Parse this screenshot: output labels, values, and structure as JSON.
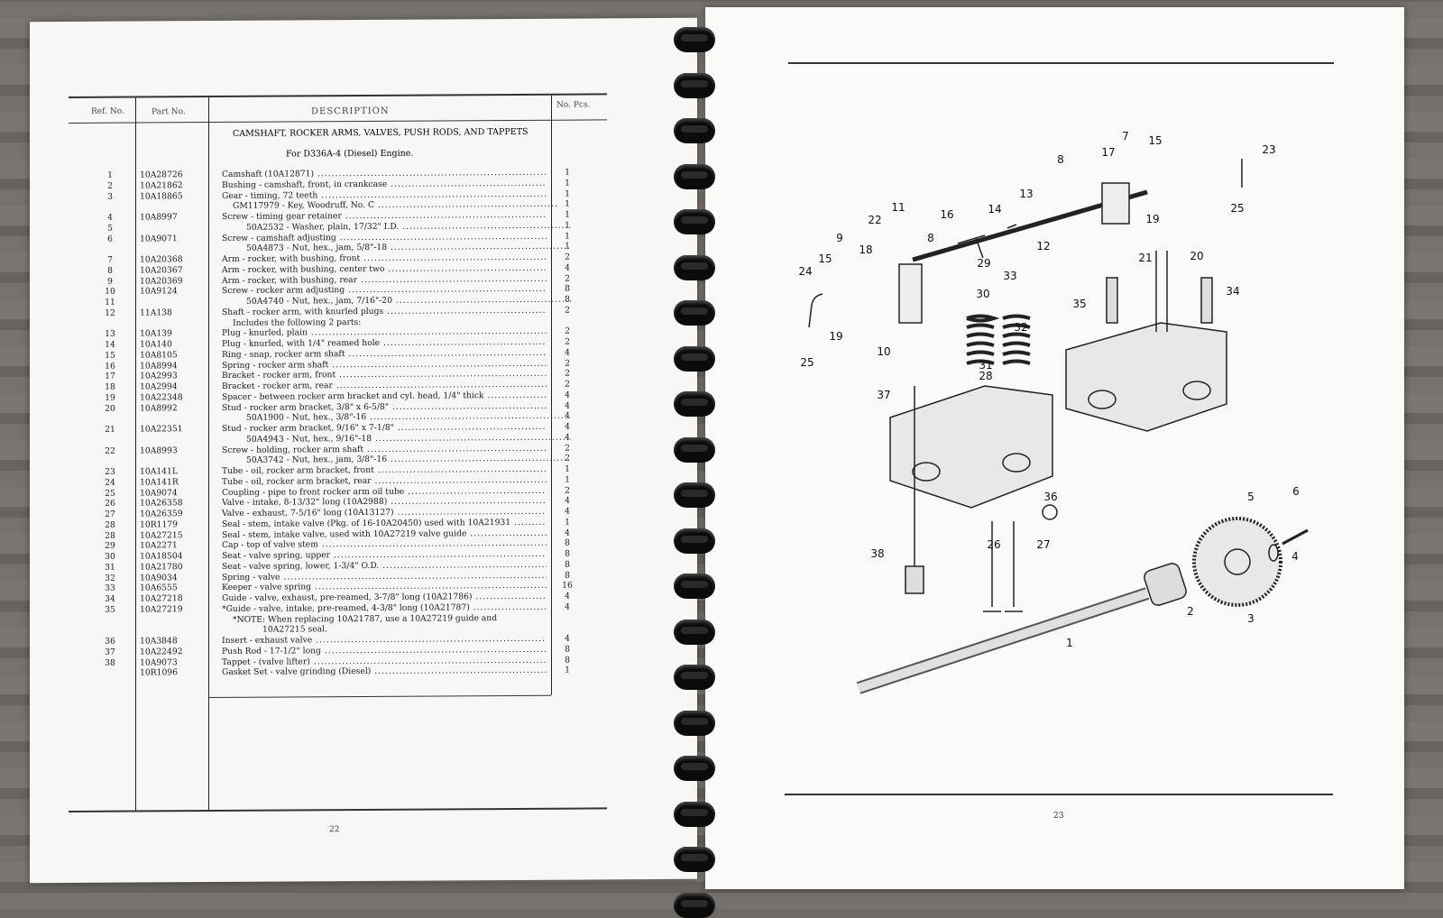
{
  "left_page": {
    "headers": {
      "ref": "Ref. No.",
      "part": "Part No.",
      "description": "DESCRIPTION",
      "qty": "No. Pcs."
    },
    "title": "CAMSHAFT, ROCKER ARMS, VALVES, PUSH RODS, AND TAPPETS",
    "subtitle": "For D336A-4 (Diesel) Engine.",
    "rows": [
      {
        "ref": "1",
        "part": "10A28726",
        "desc": "Camshaft (10A12871)",
        "qty": "1",
        "indent": 0,
        "dots": true
      },
      {
        "ref": "2",
        "part": "10A21862",
        "desc": "Bushing - camshaft, front, in crankcase",
        "qty": "1",
        "indent": 0,
        "dots": true
      },
      {
        "ref": "3",
        "part": "10A18865",
        "desc": "Gear - timing, 72 teeth",
        "qty": "1",
        "indent": 0,
        "dots": true
      },
      {
        "ref": "",
        "part": "",
        "desc": "GM117979 - Key, Woodruff, No. C",
        "qty": "1",
        "indent": 1,
        "dots": true
      },
      {
        "ref": "4",
        "part": "10A8997",
        "desc": "Screw - timing gear retainer",
        "qty": "1",
        "indent": 0,
        "dots": true
      },
      {
        "ref": "5",
        "part": "",
        "desc": "50A2532 - Washer, plain, 17/32\" I.D.",
        "qty": "1",
        "indent": 2,
        "dots": true
      },
      {
        "ref": "6",
        "part": "10A9071",
        "desc": "Screw - camshaft adjusting",
        "qty": "1",
        "indent": 0,
        "dots": true
      },
      {
        "ref": "",
        "part": "",
        "desc": "50A4873 - Nut, hex., jam, 5/8\"-18",
        "qty": "1",
        "indent": 2,
        "dots": true
      },
      {
        "ref": "7",
        "part": "10A20368",
        "desc": "Arm - rocker, with bushing, front",
        "qty": "2",
        "indent": 0,
        "dots": true
      },
      {
        "ref": "8",
        "part": "10A20367",
        "desc": "Arm - rocker, with bushing, center two",
        "qty": "4",
        "indent": 0,
        "dots": true
      },
      {
        "ref": "9",
        "part": "10A20369",
        "desc": "Arm - rocker, with bushing, rear",
        "qty": "2",
        "indent": 0,
        "dots": true
      },
      {
        "ref": "10",
        "part": "10A9124",
        "desc": "Screw - rocker arm adjusting",
        "qty": "8",
        "indent": 0,
        "dots": true
      },
      {
        "ref": "11",
        "part": "",
        "desc": "50A4740 - Nut, hex., jam, 7/16\"-20",
        "qty": "8",
        "indent": 2,
        "dots": true
      },
      {
        "ref": "12",
        "part": "11A138",
        "desc": "Shaft - rocker arm, with knurled plugs",
        "qty": "2",
        "indent": 0,
        "dots": true
      },
      {
        "ref": "",
        "part": "",
        "desc": "Includes the following 2 parts:",
        "qty": "",
        "indent": 1,
        "dots": false
      },
      {
        "ref": "13",
        "part": "10A139",
        "desc": "Plug - knurled, plain",
        "qty": "2",
        "indent": 0,
        "dots": true
      },
      {
        "ref": "14",
        "part": "10A140",
        "desc": "Plug - knurled, with 1/4\" reamed hole",
        "qty": "2",
        "indent": 0,
        "dots": true
      },
      {
        "ref": "15",
        "part": "10A8105",
        "desc": "Ring - snap, rocker arm shaft",
        "qty": "4",
        "indent": 0,
        "dots": true
      },
      {
        "ref": "16",
        "part": "10A8994",
        "desc": "Spring - rocker arm shaft",
        "qty": "2",
        "indent": 0,
        "dots": true
      },
      {
        "ref": "17",
        "part": "10A2993",
        "desc": "Bracket - rocker arm, front",
        "qty": "2",
        "indent": 0,
        "dots": true
      },
      {
        "ref": "18",
        "part": "10A2994",
        "desc": "Bracket - rocker arm, rear",
        "qty": "2",
        "indent": 0,
        "dots": true
      },
      {
        "ref": "19",
        "part": "10A22348",
        "desc": "Spacer - between rocker arm bracket and cyl. head, 1/4\" thick",
        "qty": "4",
        "indent": 0,
        "dots": true
      },
      {
        "ref": "20",
        "part": "10A8992",
        "desc": "Stud - rocker arm bracket, 3/8\" x 6-5/8\"",
        "qty": "4",
        "indent": 0,
        "dots": true
      },
      {
        "ref": "",
        "part": "",
        "desc": "50A1900 - Nut, hex., 3/8\"-16",
        "qty": "4",
        "indent": 2,
        "dots": true
      },
      {
        "ref": "21",
        "part": "10A22351",
        "desc": "Stud - rocker arm bracket, 9/16\" x 7-1/8\"",
        "qty": "4",
        "indent": 0,
        "dots": true
      },
      {
        "ref": "",
        "part": "",
        "desc": "50A4943 - Nut, hex., 9/16\"-18",
        "qty": "4",
        "indent": 2,
        "dots": true
      },
      {
        "ref": "22",
        "part": "10A8993",
        "desc": "Screw - holding, rocker arm shaft",
        "qty": "2",
        "indent": 0,
        "dots": true
      },
      {
        "ref": "",
        "part": "",
        "desc": "50A3742 - Nut, hex., jam, 3/8\"-16",
        "qty": "2",
        "indent": 2,
        "dots": true
      },
      {
        "ref": "23",
        "part": "10A141L",
        "desc": "Tube - oil, rocker arm bracket, front",
        "qty": "1",
        "indent": 0,
        "dots": true
      },
      {
        "ref": "24",
        "part": "10A141R",
        "desc": "Tube - oil, rocker arm bracket, rear",
        "qty": "1",
        "indent": 0,
        "dots": true
      },
      {
        "ref": "25",
        "part": "10A9074",
        "desc": "Coupling - pipe to front rocker arm oil tube",
        "qty": "2",
        "indent": 0,
        "dots": true
      },
      {
        "ref": "26",
        "part": "10A26358",
        "desc": "Valve - intake, 8-13/32\" long (10A2988)",
        "qty": "4",
        "indent": 0,
        "dots": true
      },
      {
        "ref": "27",
        "part": "10A26359",
        "desc": "Valve - exhaust, 7-5/16\" long (10A13127)",
        "qty": "4",
        "indent": 0,
        "dots": true
      },
      {
        "ref": "28",
        "part": "10R1179",
        "desc": "Seal - stem, intake valve (Pkg. of 16-10A20450) used with 10A21931",
        "qty": "1",
        "indent": 0,
        "dots": true
      },
      {
        "ref": "28",
        "part": "10A27215",
        "desc": "Seal - stem, intake valve, used with 10A27219 valve guide",
        "qty": "4",
        "indent": 0,
        "dots": true
      },
      {
        "ref": "29",
        "part": "10A2271",
        "desc": "Cap - top of valve stem",
        "qty": "8",
        "indent": 0,
        "dots": true
      },
      {
        "ref": "30",
        "part": "10A18504",
        "desc": "Seat - valve spring, upper",
        "qty": "8",
        "indent": 0,
        "dots": true
      },
      {
        "ref": "31",
        "part": "10A21780",
        "desc": "Seat - valve spring, lower, 1-3/4\" O.D.",
        "qty": "8",
        "indent": 0,
        "dots": true
      },
      {
        "ref": "32",
        "part": "10A9034",
        "desc": "Spring - valve",
        "qty": "8",
        "indent": 0,
        "dots": true
      },
      {
        "ref": "33",
        "part": "10A6555",
        "desc": "Keeper - valve spring",
        "qty": "16",
        "indent": 0,
        "dots": true
      },
      {
        "ref": "34",
        "part": "10A27218",
        "desc": "Guide - valve, exhaust, pre-reamed, 3-7/8\" long (10A21786)",
        "qty": "4",
        "indent": 0,
        "dots": true
      },
      {
        "ref": "35",
        "part": "10A27219",
        "desc": "*Guide - valve, intake, pre-reamed, 4-3/8\" long (10A21787)",
        "qty": "4",
        "indent": 0,
        "dots": true
      },
      {
        "ref": "",
        "part": "",
        "desc": "*NOTE: When replacing 10A21787, use a 10A27219 guide and",
        "qty": "",
        "indent": 1,
        "dots": false
      },
      {
        "ref": "",
        "part": "",
        "desc": "10A27215 seal.",
        "qty": "",
        "indent": 3,
        "dots": false
      },
      {
        "ref": "36",
        "part": "10A3848",
        "desc": "Insert - exhaust valve",
        "qty": "4",
        "indent": 0,
        "dots": true
      },
      {
        "ref": "37",
        "part": "10A22492",
        "desc": "Push Rod - 17-1/2\" long",
        "qty": "8",
        "indent": 0,
        "dots": true
      },
      {
        "ref": "38",
        "part": "10A9073",
        "desc": "Tappet - (valve lifter)",
        "qty": "8",
        "indent": 0,
        "dots": true
      },
      {
        "ref": "",
        "part": "10R1096",
        "desc": "Gasket Set - valve grinding (Diesel)",
        "qty": "1",
        "indent": 0,
        "dots": true
      }
    ],
    "page_number": "22"
  },
  "right_page": {
    "callouts": [
      "23",
      "25",
      "7",
      "15",
      "17",
      "8",
      "13",
      "19",
      "11",
      "16",
      "14",
      "22",
      "12",
      "9",
      "8",
      "21",
      "20",
      "29",
      "33",
      "15",
      "24",
      "18",
      "30",
      "35",
      "34",
      "32",
      "19",
      "10",
      "31",
      "28",
      "25",
      "37",
      "36",
      "5",
      "6",
      "4",
      "26",
      "27",
      "38",
      "2",
      "3",
      "1"
    ],
    "page_number": "23"
  },
  "colors": {
    "paper": "#f7f7f5",
    "ink": "#1a1a1a",
    "binding": "#0b0b0b",
    "background": "#6e6a66"
  }
}
